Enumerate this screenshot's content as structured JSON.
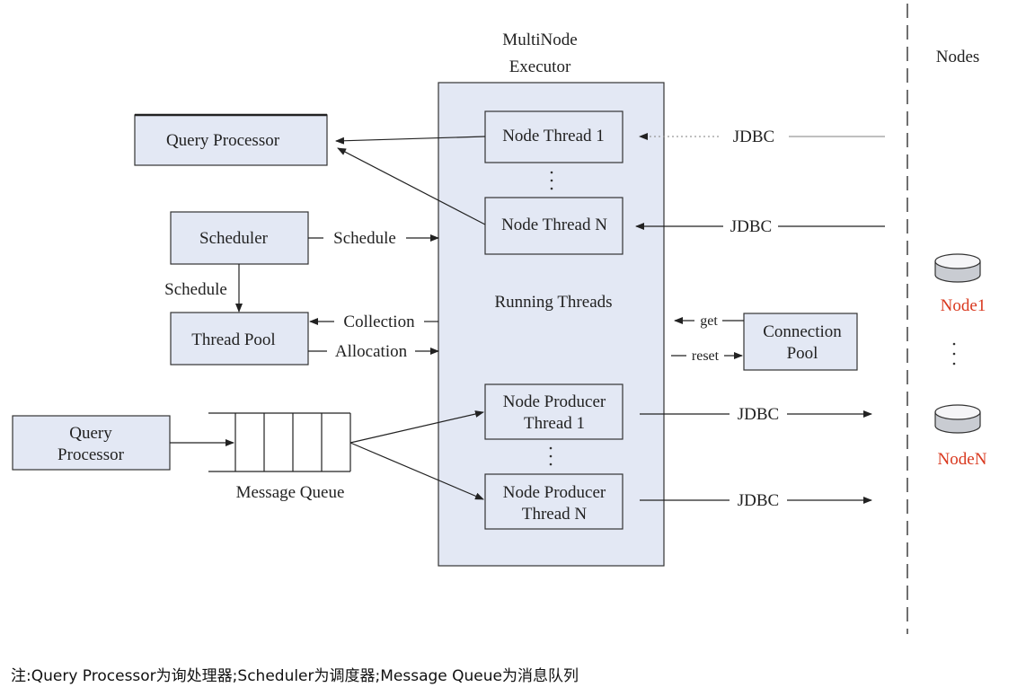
{
  "executor": {
    "title_line1": "MultiNode",
    "title_line2": "Executor",
    "running_threads": "Running Threads",
    "node_thread_1": "Node Thread 1",
    "node_thread_n": "Node Thread N",
    "producer_1_line1": "Node Producer",
    "producer_1_line2": "Thread 1",
    "producer_n_line1": "Node Producer",
    "producer_n_line2": "Thread N"
  },
  "left": {
    "query_processor_top": "Query Processor",
    "scheduler": "Scheduler",
    "thread_pool": "Thread Pool",
    "query_processor_bottom_line1": "Query",
    "query_processor_bottom_line2": "Processor",
    "message_queue": "Message Queue"
  },
  "edges": {
    "schedule_right": "Schedule",
    "schedule_down": "Schedule",
    "collection": "Collection",
    "allocation": "Allocation",
    "jdbc_1": "JDBC",
    "jdbc_2": "JDBC",
    "jdbc_3": "JDBC",
    "jdbc_4": "JDBC",
    "get": "get",
    "reset": "reset"
  },
  "right": {
    "connection_pool_line1": "Connection",
    "connection_pool_line2": "Pool",
    "nodes_header": "Nodes",
    "node1": "Node1",
    "noden": "NodeN"
  },
  "footnote": "注:Query Processor为询处理器;Scheduler为调度器;Message Queue为消息队列",
  "colors": {
    "box_fill": "#e3e8f4",
    "node_label": "#d9381e",
    "line": "#222222"
  }
}
